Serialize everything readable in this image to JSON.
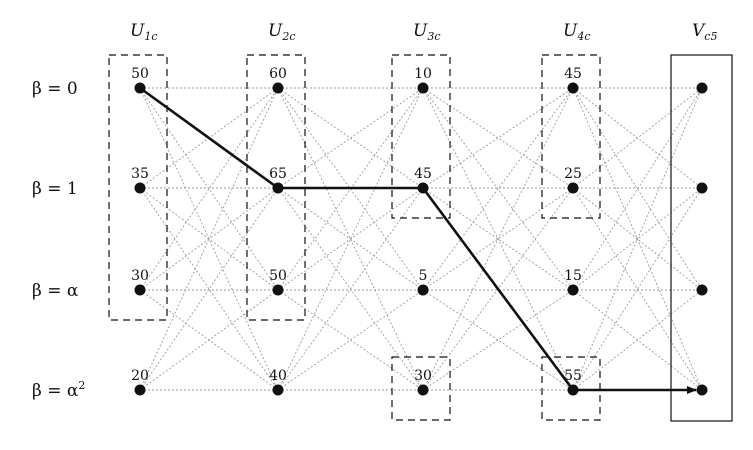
{
  "columns": [
    {
      "main": "U",
      "sub": "1c"
    },
    {
      "main": "U",
      "sub": "2c"
    },
    {
      "main": "U",
      "sub": "3c"
    },
    {
      "main": "U",
      "sub": "4c"
    },
    {
      "main": "V",
      "sub": "c5"
    }
  ],
  "rows": [
    {
      "label": "β = 0",
      "sup": ""
    },
    {
      "label": "β = 1",
      "sup": ""
    },
    {
      "label": "β = α",
      "sup": ""
    },
    {
      "label": "β = α",
      "sup": "2"
    }
  ],
  "values": [
    [
      "50",
      "60",
      "10",
      "45",
      ""
    ],
    [
      "35",
      "65",
      "45",
      "25",
      ""
    ],
    [
      "30",
      "50",
      "5",
      "15",
      ""
    ],
    [
      "20",
      "40",
      "30",
      "55",
      ""
    ]
  ],
  "dashed_groups": [
    {
      "column": 0,
      "rows": [
        0,
        2
      ]
    },
    {
      "column": 1,
      "rows": [
        0,
        2
      ]
    },
    {
      "column": 2,
      "rows": [
        0,
        1
      ]
    },
    {
      "column": 2,
      "rows": [
        3,
        3
      ]
    },
    {
      "column": 3,
      "rows": [
        0,
        1
      ]
    },
    {
      "column": 3,
      "rows": [
        3,
        3
      ]
    }
  ],
  "solid_groups": [
    {
      "column": 4,
      "rows": [
        0,
        3
      ]
    }
  ],
  "selected_path": [
    [
      0,
      0
    ],
    [
      1,
      1
    ],
    [
      2,
      1
    ],
    [
      3,
      3
    ],
    [
      4,
      3
    ]
  ],
  "colors": {
    "edge": "#9a9a9a",
    "node": "#111111",
    "path": "#111111"
  }
}
